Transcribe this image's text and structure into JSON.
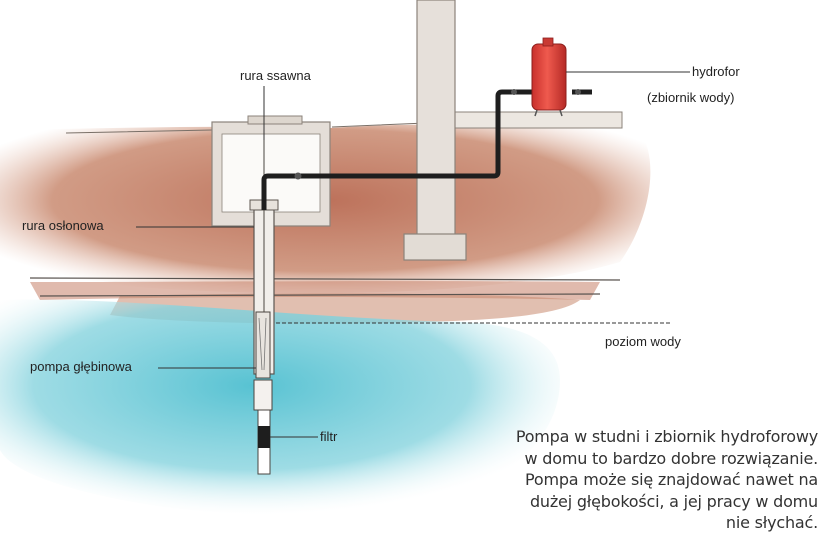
{
  "labels": {
    "suction_pipe": "rura ssawna",
    "casing_pipe": "rura osłonowa",
    "deep_pump": "pompa głębinowa",
    "filter": "filtr",
    "water_level": "poziom wody",
    "hydrophore_line1": "hydrofor",
    "hydrophore_line2": "(zbiornik wody)"
  },
  "caption": {
    "line1": "Pompa w studni i zbiornik hydroforowy",
    "line2": "w domu to bardzo dobre rozwiązanie.",
    "line3": "Pompa może się znajdować nawet na",
    "line4": "dużej głębokości, a jej pracy w domu",
    "line5": "nie słychać."
  },
  "colors": {
    "soil": "#c98a70",
    "soil_dark": "#b97058",
    "water": "#6cc9d6",
    "water_light": "#bfe8ee",
    "tank": "#e0453c",
    "pipe": "#1e1e1e",
    "concrete": "#e7e2dc"
  }
}
